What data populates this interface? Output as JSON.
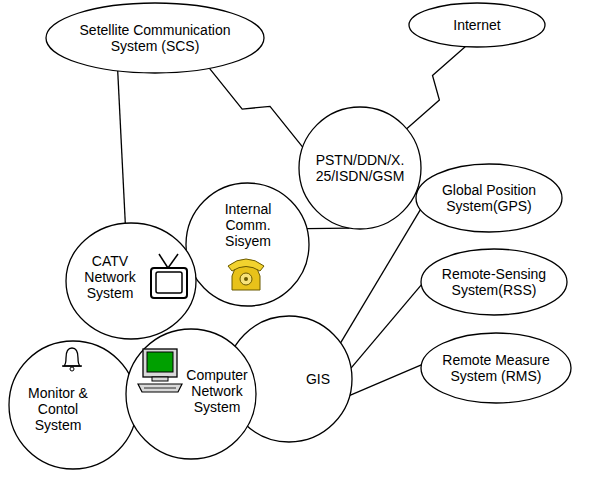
{
  "diagram": {
    "nodes": [
      {
        "text": [
          "Setellite Communication System (SCS)"
        ]
      },
      {
        "text": [
          "Internet"
        ]
      },
      {
        "text": [
          "PSTN/DDN/X.25/ISDN/GSM"
        ]
      },
      {
        "text": [
          "Internal Comm. Sisyem"
        ]
      },
      {
        "text": [
          "CATV Network System"
        ]
      },
      {
        "text": [
          "Global Position System(GPS)"
        ]
      },
      {
        "text": [
          "Remote-Sensing System(RSS)"
        ]
      },
      {
        "text": [
          "Remote Measure System (RMS)"
        ]
      },
      {
        "text": [
          "GIS"
        ]
      },
      {
        "text": [
          "Monitor & Contol System"
        ]
      },
      {
        "text": [
          "Computer Network System"
        ]
      }
    ],
    "edges": [
      {
        "from": 0,
        "to": 4,
        "arrow": "none"
      },
      {
        "from": 0,
        "to": 2,
        "arrow": "none"
      },
      {
        "from": 1,
        "to": 2,
        "arrow": "none"
      },
      {
        "from": 3,
        "to": 2,
        "arrow": "none"
      },
      {
        "from": 8,
        "to": 5,
        "arrow": "none"
      },
      {
        "from": 8,
        "to": 6,
        "arrow": "none"
      },
      {
        "from": 8,
        "to": 7,
        "arrow": "none"
      }
    ]
  }
}
